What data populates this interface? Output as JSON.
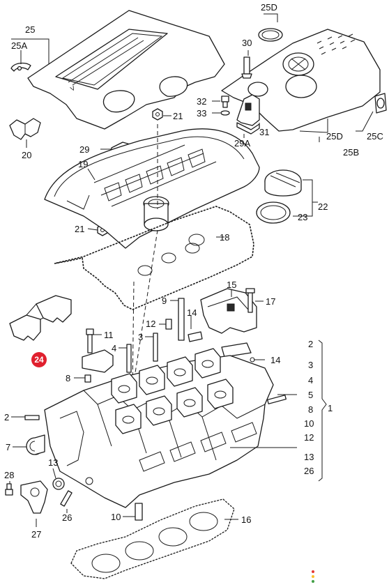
{
  "callouts": {
    "c25": "25",
    "c25A": "25A",
    "c20": "20",
    "c21a": "21",
    "c21b": "21",
    "c29": "29",
    "c19": "19",
    "c25D_top": "25D",
    "c30": "30",
    "c32": "32",
    "c33": "33",
    "c31": "31",
    "c29A": "29A",
    "c25D_bot": "25D",
    "c25C": "25C",
    "c25B": "25B",
    "c22": "22",
    "c23": "23",
    "c18": "18",
    "c15": "15",
    "c17": "17",
    "c9": "9",
    "c12": "12",
    "c14a": "14",
    "c14b": "14",
    "c11": "11",
    "c4": "4",
    "c3": "3",
    "c8": "8",
    "c2": "2",
    "c7": "7",
    "c13": "13",
    "c28": "28",
    "c26": "26",
    "c27": "27",
    "c10": "10",
    "c16": "16"
  },
  "group_1": {
    "items": [
      "2",
      "3",
      "4",
      "5",
      "8",
      "10",
      "12",
      "13",
      "26"
    ],
    "total": "1"
  },
  "highlight": {
    "label": "24",
    "color": "#e0202e"
  },
  "status_dots": {
    "red": "#e53935",
    "yellow": "#fbc02d",
    "green": "#43a047"
  }
}
